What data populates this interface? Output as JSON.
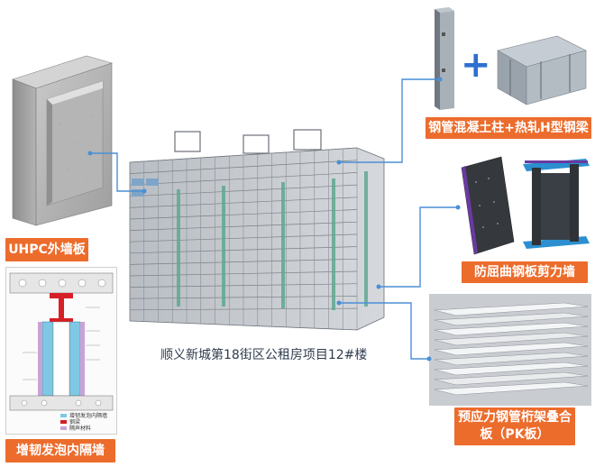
{
  "colors": {
    "label_bg": "#ec6c2c",
    "label_text": "#ffffff",
    "connector": "#4a8fd6",
    "caption_text": "#2e3b4e"
  },
  "labels": {
    "uhpc": "UHPC外墙板",
    "partition": "增韧发泡内隔墙",
    "steel_beam": "钢管混凝土柱+热轧H型钢梁",
    "shear_wall": "防屈曲钢板剪力墙",
    "pk_slab_line1": "预应力钢管桁架叠合",
    "pk_slab_line2": "板（PK板）"
  },
  "building_caption": "顺义新城第18街区公租房项目12#楼",
  "plus_sign": "+",
  "partition_legend": [
    {
      "text": "增韧发泡内隔墙",
      "color": "#7ec8e3"
    },
    {
      "text": "钢梁",
      "color": "#d61f26"
    },
    {
      "text": "隔声材料",
      "color": "#c9a3d6"
    }
  ]
}
